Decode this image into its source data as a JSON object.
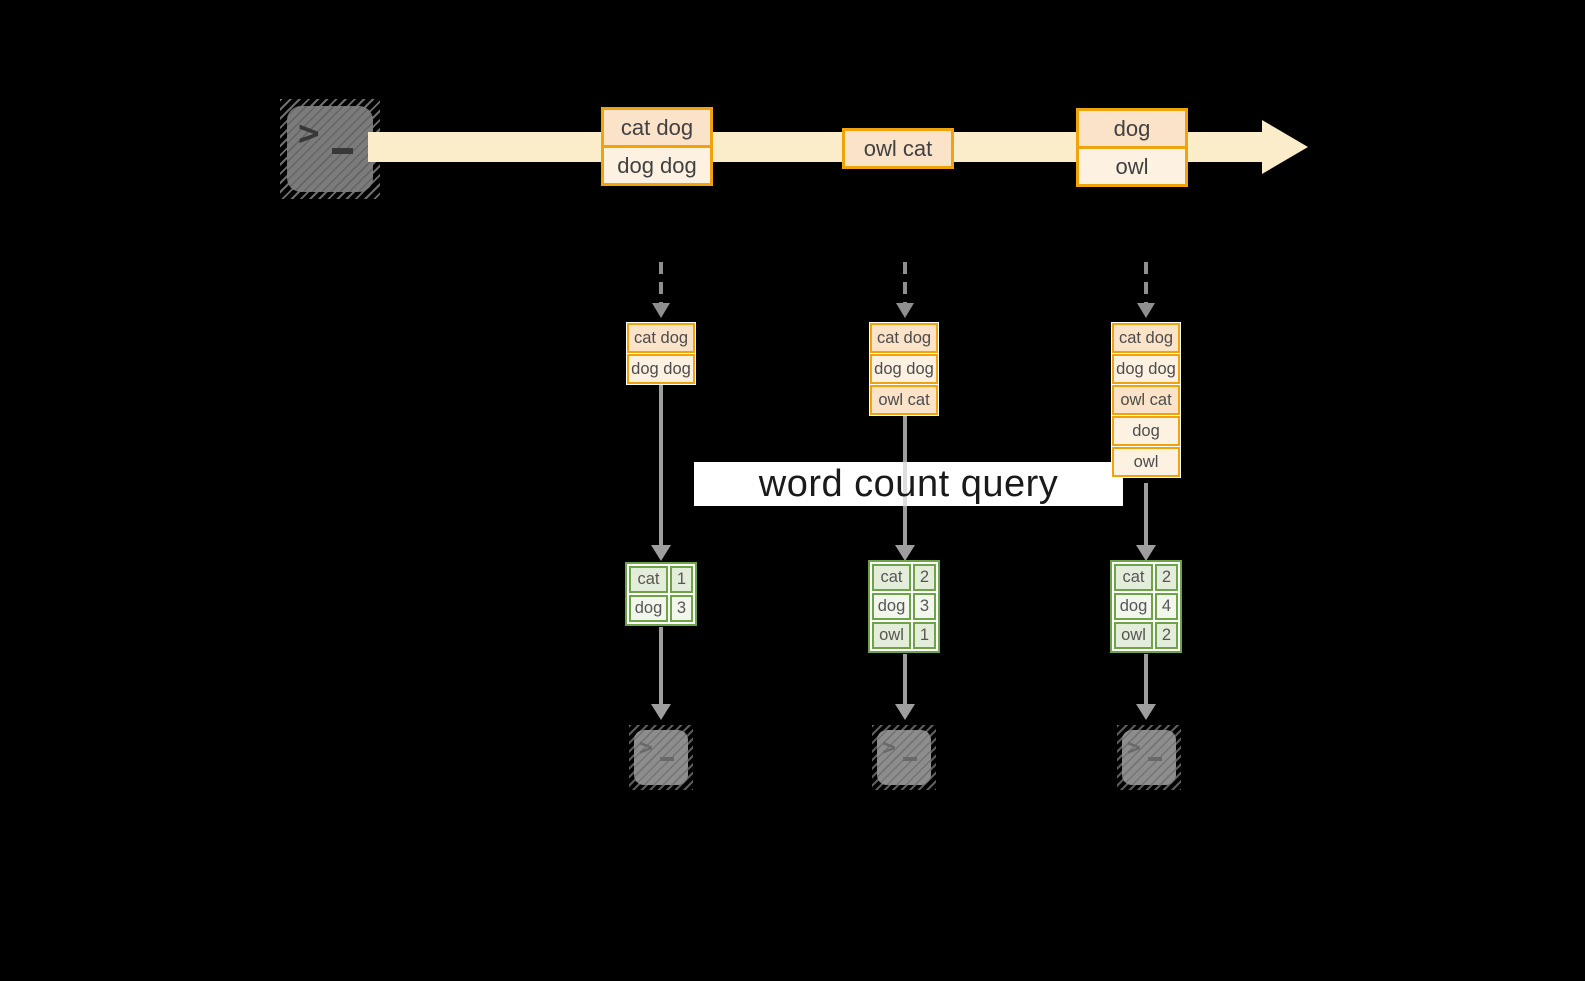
{
  "query_label": "word count query",
  "terminal_glyph": {
    "chevron": ">"
  },
  "stream_band": {
    "messages": [
      {
        "cells": [
          {
            "text": "cat dog",
            "fill": "dark"
          },
          {
            "text": "dog dog",
            "fill": "light"
          }
        ]
      },
      {
        "cells": [
          {
            "text": "owl cat",
            "fill": "dark"
          }
        ]
      },
      {
        "cells": [
          {
            "text": "dog",
            "fill": "dark"
          },
          {
            "text": "owl",
            "fill": "light"
          }
        ]
      }
    ]
  },
  "columns": [
    {
      "buffer": [
        {
          "text": "cat dog",
          "fill": "dark"
        },
        {
          "text": "dog dog",
          "fill": "light"
        }
      ],
      "counts": [
        {
          "word": "cat",
          "count": "1",
          "fill": "dark"
        },
        {
          "word": "dog",
          "count": "3",
          "fill": "light"
        }
      ]
    },
    {
      "buffer": [
        {
          "text": "cat dog",
          "fill": "dark"
        },
        {
          "text": "dog dog",
          "fill": "light"
        },
        {
          "text": "owl cat",
          "fill": "dark"
        }
      ],
      "counts": [
        {
          "word": "cat",
          "count": "2",
          "fill": "dark"
        },
        {
          "word": "dog",
          "count": "3",
          "fill": "light"
        },
        {
          "word": "owl",
          "count": "1",
          "fill": "dark"
        }
      ]
    },
    {
      "buffer": [
        {
          "text": "cat dog",
          "fill": "dark"
        },
        {
          "text": "dog dog",
          "fill": "light"
        },
        {
          "text": "owl cat",
          "fill": "dark"
        },
        {
          "text": "dog",
          "fill": "light"
        },
        {
          "text": "owl",
          "fill": "light"
        }
      ],
      "counts": [
        {
          "word": "cat",
          "count": "2",
          "fill": "dark"
        },
        {
          "word": "dog",
          "count": "4",
          "fill": "light"
        },
        {
          "word": "owl",
          "count": "2",
          "fill": "dark"
        }
      ]
    }
  ],
  "colors": {
    "background": "#000000",
    "stream_band": "#FBEDCA",
    "message_border": "#F0A30A",
    "message_fill_dark": "#FAE3C8",
    "message_fill_light": "#FDF2E2",
    "table_border": "#6CA447",
    "table_fill_dark": "#E4ECDA",
    "table_fill_light": "#F2F6EC",
    "arrow_gray": "#9E9E9E",
    "query_band": "#FFFFFF"
  }
}
